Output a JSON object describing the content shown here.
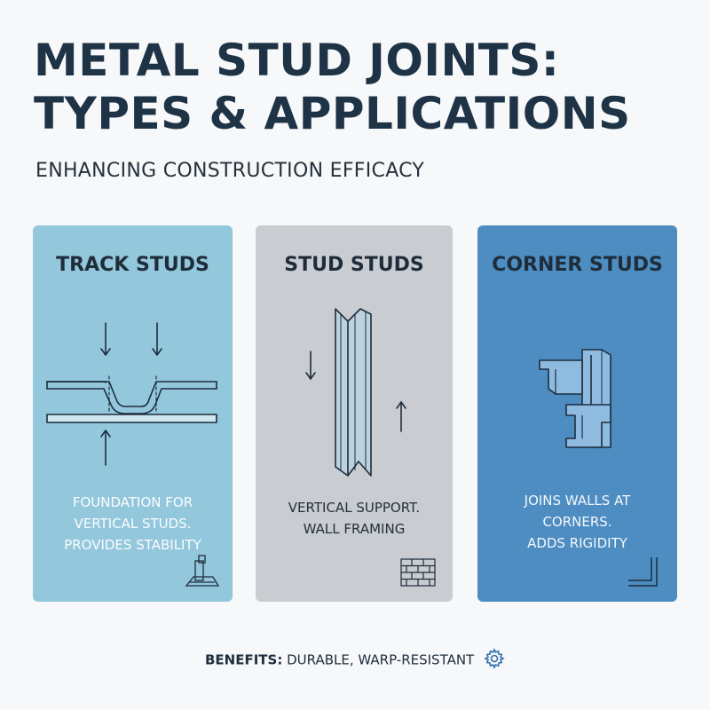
{
  "header": {
    "title_line1": "METAL STUD JOINTS:",
    "title_line2": "TYPES & APPLICATIONS",
    "subtitle": "ENHANCING CONSTRUCTION EFFICACY"
  },
  "cards": [
    {
      "title": "TRACK STUDS",
      "desc_line1": "FOUNDATION FOR",
      "desc_line2": "VERTICAL STUDS.",
      "desc_line3": "PROVIDES STABILITY",
      "color": "#93c7dc",
      "icon": "foundation-icon"
    },
    {
      "title": "STUD STUDS",
      "desc_line1": "VERTICAL SUPPORT.",
      "desc_line2": "WALL FRAMING",
      "color": "#c9ccd0",
      "icon": "brick-wall-icon"
    },
    {
      "title": "CORNER STUDS",
      "desc_line1": "JOINS WALLS AT",
      "desc_line2": "CORNERS.",
      "desc_line3": "ADDS RIGIDITY",
      "color": "#4d8dc1",
      "icon": "corner-icon"
    }
  ],
  "footer": {
    "label": "BENEFITS:",
    "text": "DURABLE, WARP-RESISTANT",
    "icon": "gear-icon"
  }
}
